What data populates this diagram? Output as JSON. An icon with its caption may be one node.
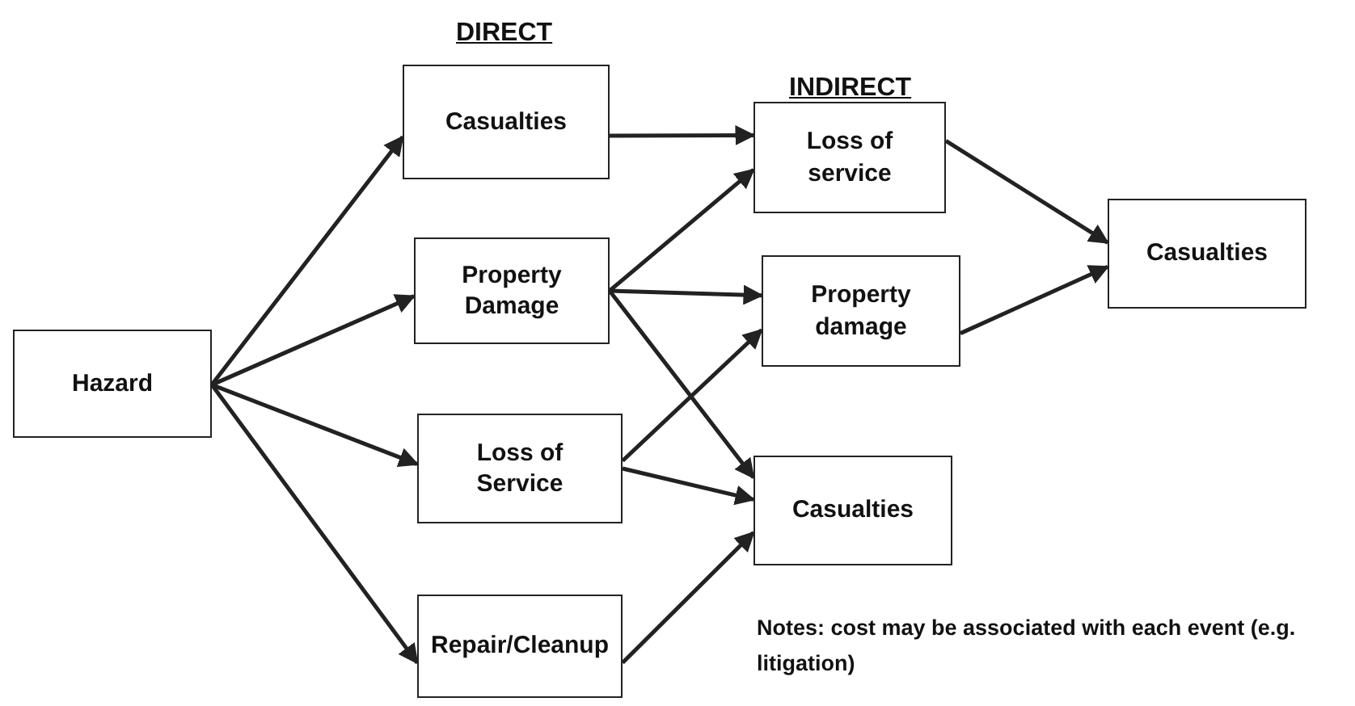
{
  "diagram": {
    "nodes": [
      {
        "text": [
          "Hazard"
        ]
      },
      {
        "text": [
          "Casualties"
        ]
      },
      {
        "text": [
          "Property Damage"
        ]
      },
      {
        "text": [
          "Loss of Service"
        ]
      },
      {
        "text": [
          "Repair/Cleanup"
        ]
      },
      {
        "text": [
          "Loss of service"
        ]
      },
      {
        "text": [
          "Property damage"
        ]
      },
      {
        "text": [
          "Casualties"
        ]
      },
      {
        "text": [
          "Casualties"
        ]
      }
    ],
    "edges": [
      {
        "from": 0,
        "to": 1,
        "arrow": "to"
      },
      {
        "from": 0,
        "to": 2,
        "arrow": "to"
      },
      {
        "from": 0,
        "to": 3,
        "arrow": "to"
      },
      {
        "from": 0,
        "to": 4,
        "arrow": "to"
      },
      {
        "from": 1,
        "to": 5,
        "arrow": "to"
      },
      {
        "from": 2,
        "to": 5,
        "arrow": "to"
      },
      {
        "from": 2,
        "to": 6,
        "arrow": "to"
      },
      {
        "from": 2,
        "to": 7,
        "arrow": "to"
      },
      {
        "from": 3,
        "to": 6,
        "arrow": "to"
      },
      {
        "from": 3,
        "to": 7,
        "arrow": "to"
      },
      {
        "from": 4,
        "to": 7,
        "arrow": "to"
      },
      {
        "from": 5,
        "to": 8,
        "arrow": "to"
      },
      {
        "from": 6,
        "to": 8,
        "arrow": "to"
      }
    ],
    "labels": [
      "DIRECT",
      "INDIRECT",
      "Notes: cost may be associated with each event (e.g. litigation)"
    ]
  }
}
